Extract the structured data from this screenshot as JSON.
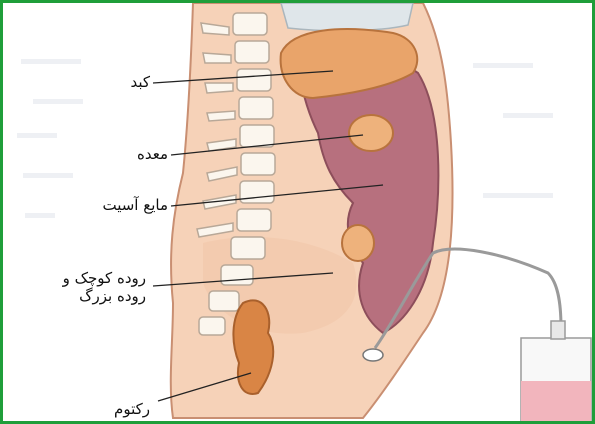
{
  "labels": {
    "liver": "کبد",
    "stomach": "معده",
    "ascites": "مایع آسیت",
    "intestines_line1": "روده کوچک و",
    "intestines_line2": "روده بزرگ",
    "rectum": "رکتوم"
  },
  "colors": {
    "border": "#1f9e3a",
    "skin": "#f6d2b8",
    "liver": "#e9a46a",
    "ascites_fluid": "#b7707e",
    "rectum": "#d98545",
    "bone": "#fbf6ee",
    "drain_fluid": "#f2b5bd"
  }
}
